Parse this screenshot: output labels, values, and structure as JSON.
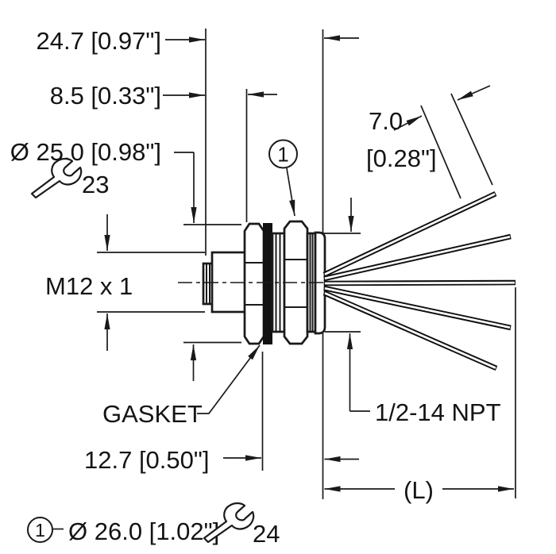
{
  "labels": {
    "dim_body_length": "24.7 [0.97\"]",
    "dim_thread_length": "8.5 [0.33\"]",
    "dim_flange_diameter": "Ø 25.0 [0.98\"]",
    "wrench_front_size": "23",
    "thread_spec": "M12 x 1",
    "balloon_1": "1",
    "dim_wire_diameter_mm": "7.0",
    "dim_wire_diameter_inch": "[0.28\"]",
    "gasket": "GASKET",
    "dim_panel_depth": "12.7 [0.50\"]",
    "conduit_thread": "1/2-14 NPT",
    "cable_length": "(L)"
  },
  "footnote": {
    "balloon": "1",
    "diameter": "Ø 26.0 [1.02\"]",
    "wrench_back_size": "24"
  }
}
